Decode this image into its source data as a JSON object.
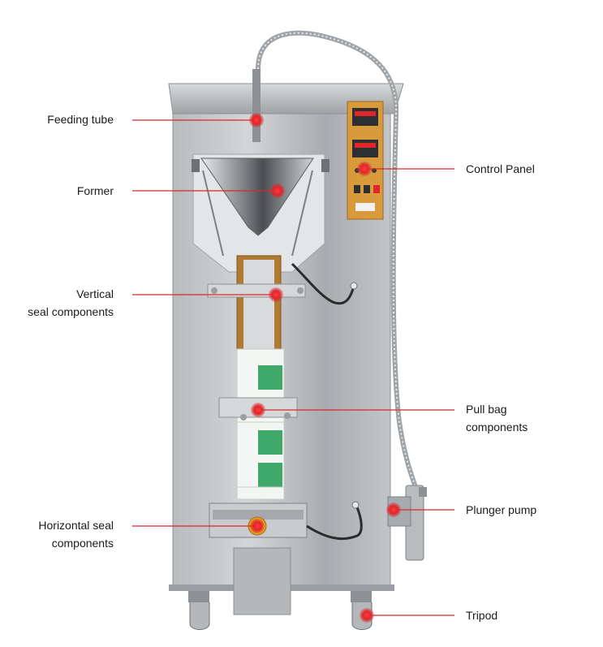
{
  "callouts": {
    "feeding_tube": {
      "lines": [
        "Feeding tube"
      ]
    },
    "former": {
      "lines": [
        "Former"
      ]
    },
    "vertical_seal": {
      "lines": [
        "Vertical",
        "seal components"
      ]
    },
    "horizontal_seal": {
      "lines": [
        "Horizontal seal",
        "components"
      ]
    },
    "control_panel": {
      "lines": [
        "Control Panel"
      ]
    },
    "pull_bag": {
      "lines": [
        "Pull bag",
        "components"
      ]
    },
    "plunger_pump": {
      "lines": [
        "Plunger pump"
      ]
    },
    "tripod": {
      "lines": [
        "Tripod"
      ]
    }
  },
  "colors": {
    "callout_line": "#d8282c",
    "marker": "#e0262b",
    "steel": "#a9adb1",
    "control_panel": "#d99a3c"
  }
}
